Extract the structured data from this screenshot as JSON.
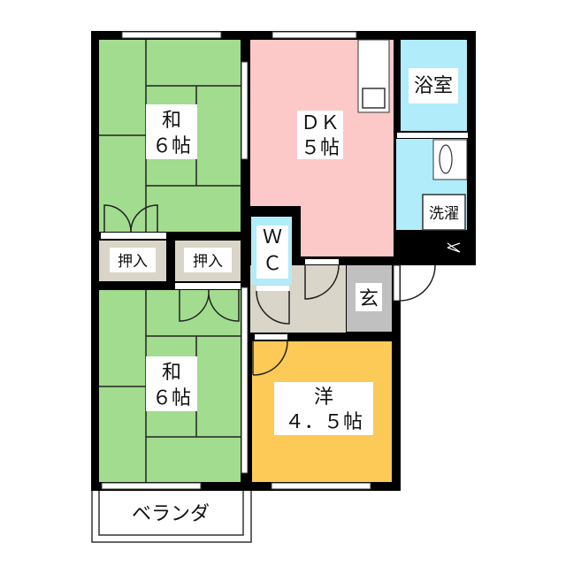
{
  "rooms": {
    "washitsu_north": {
      "name": "和",
      "size": "６帖"
    },
    "dk": {
      "name": "ＤＫ",
      "size": "５帖"
    },
    "bath": {
      "name": "浴室"
    },
    "laundry": {
      "name": "洗濯"
    },
    "wc": {
      "line1": "Ｗ",
      "line2": "Ｃ"
    },
    "closet_left": {
      "name": "押入"
    },
    "closet_right": {
      "name": "押入"
    },
    "entrance": {
      "name": "玄"
    },
    "washitsu_south": {
      "name": "和",
      "size": "６帖"
    },
    "yoshitsu": {
      "name": "洋",
      "size": "４．５帖"
    },
    "veranda": {
      "name": "ベランダ"
    }
  },
  "colors": {
    "tatami": "#a2dc8e",
    "dk": "#fdc8c8",
    "water": "#b0ecfa",
    "hall": "#d9d5c8",
    "entrance": "#c0c0c0",
    "western": "#fdca57"
  }
}
